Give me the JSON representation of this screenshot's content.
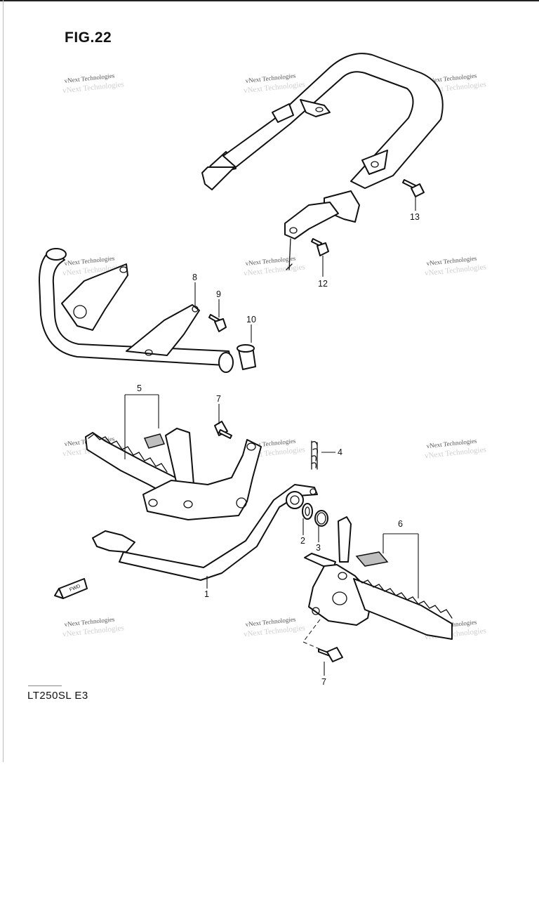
{
  "figure": {
    "title": "FIG.22",
    "model_code": "LT250SL  E3"
  },
  "callouts": [
    {
      "id": "1",
      "label": "1"
    },
    {
      "id": "2",
      "label": "2"
    },
    {
      "id": "3",
      "label": "3"
    },
    {
      "id": "4",
      "label": "4"
    },
    {
      "id": "5",
      "label": "5"
    },
    {
      "id": "6",
      "label": "6"
    },
    {
      "id": "7a",
      "label": "7"
    },
    {
      "id": "7b",
      "label": "7"
    },
    {
      "id": "8",
      "label": "8"
    },
    {
      "id": "9",
      "label": "9"
    },
    {
      "id": "10",
      "label": "10"
    },
    {
      "id": "12",
      "label": "12"
    },
    {
      "id": "13",
      "label": "13"
    }
  ],
  "direction_label": "FWD",
  "watermark": {
    "text": "vNext Technologies"
  },
  "parts": [
    {
      "name": "rear-grab-bar-icon"
    },
    {
      "name": "front-guard-bar-icon"
    },
    {
      "name": "footrest-bracket-left-icon"
    },
    {
      "name": "brake-pedal-icon"
    },
    {
      "name": "footrest-bracket-right-icon"
    },
    {
      "name": "spring-icon"
    },
    {
      "name": "washer-icon"
    },
    {
      "name": "oring-icon"
    },
    {
      "name": "cap-icon"
    },
    {
      "name": "bolt-icon"
    },
    {
      "name": "rubber-pad-icon"
    }
  ]
}
